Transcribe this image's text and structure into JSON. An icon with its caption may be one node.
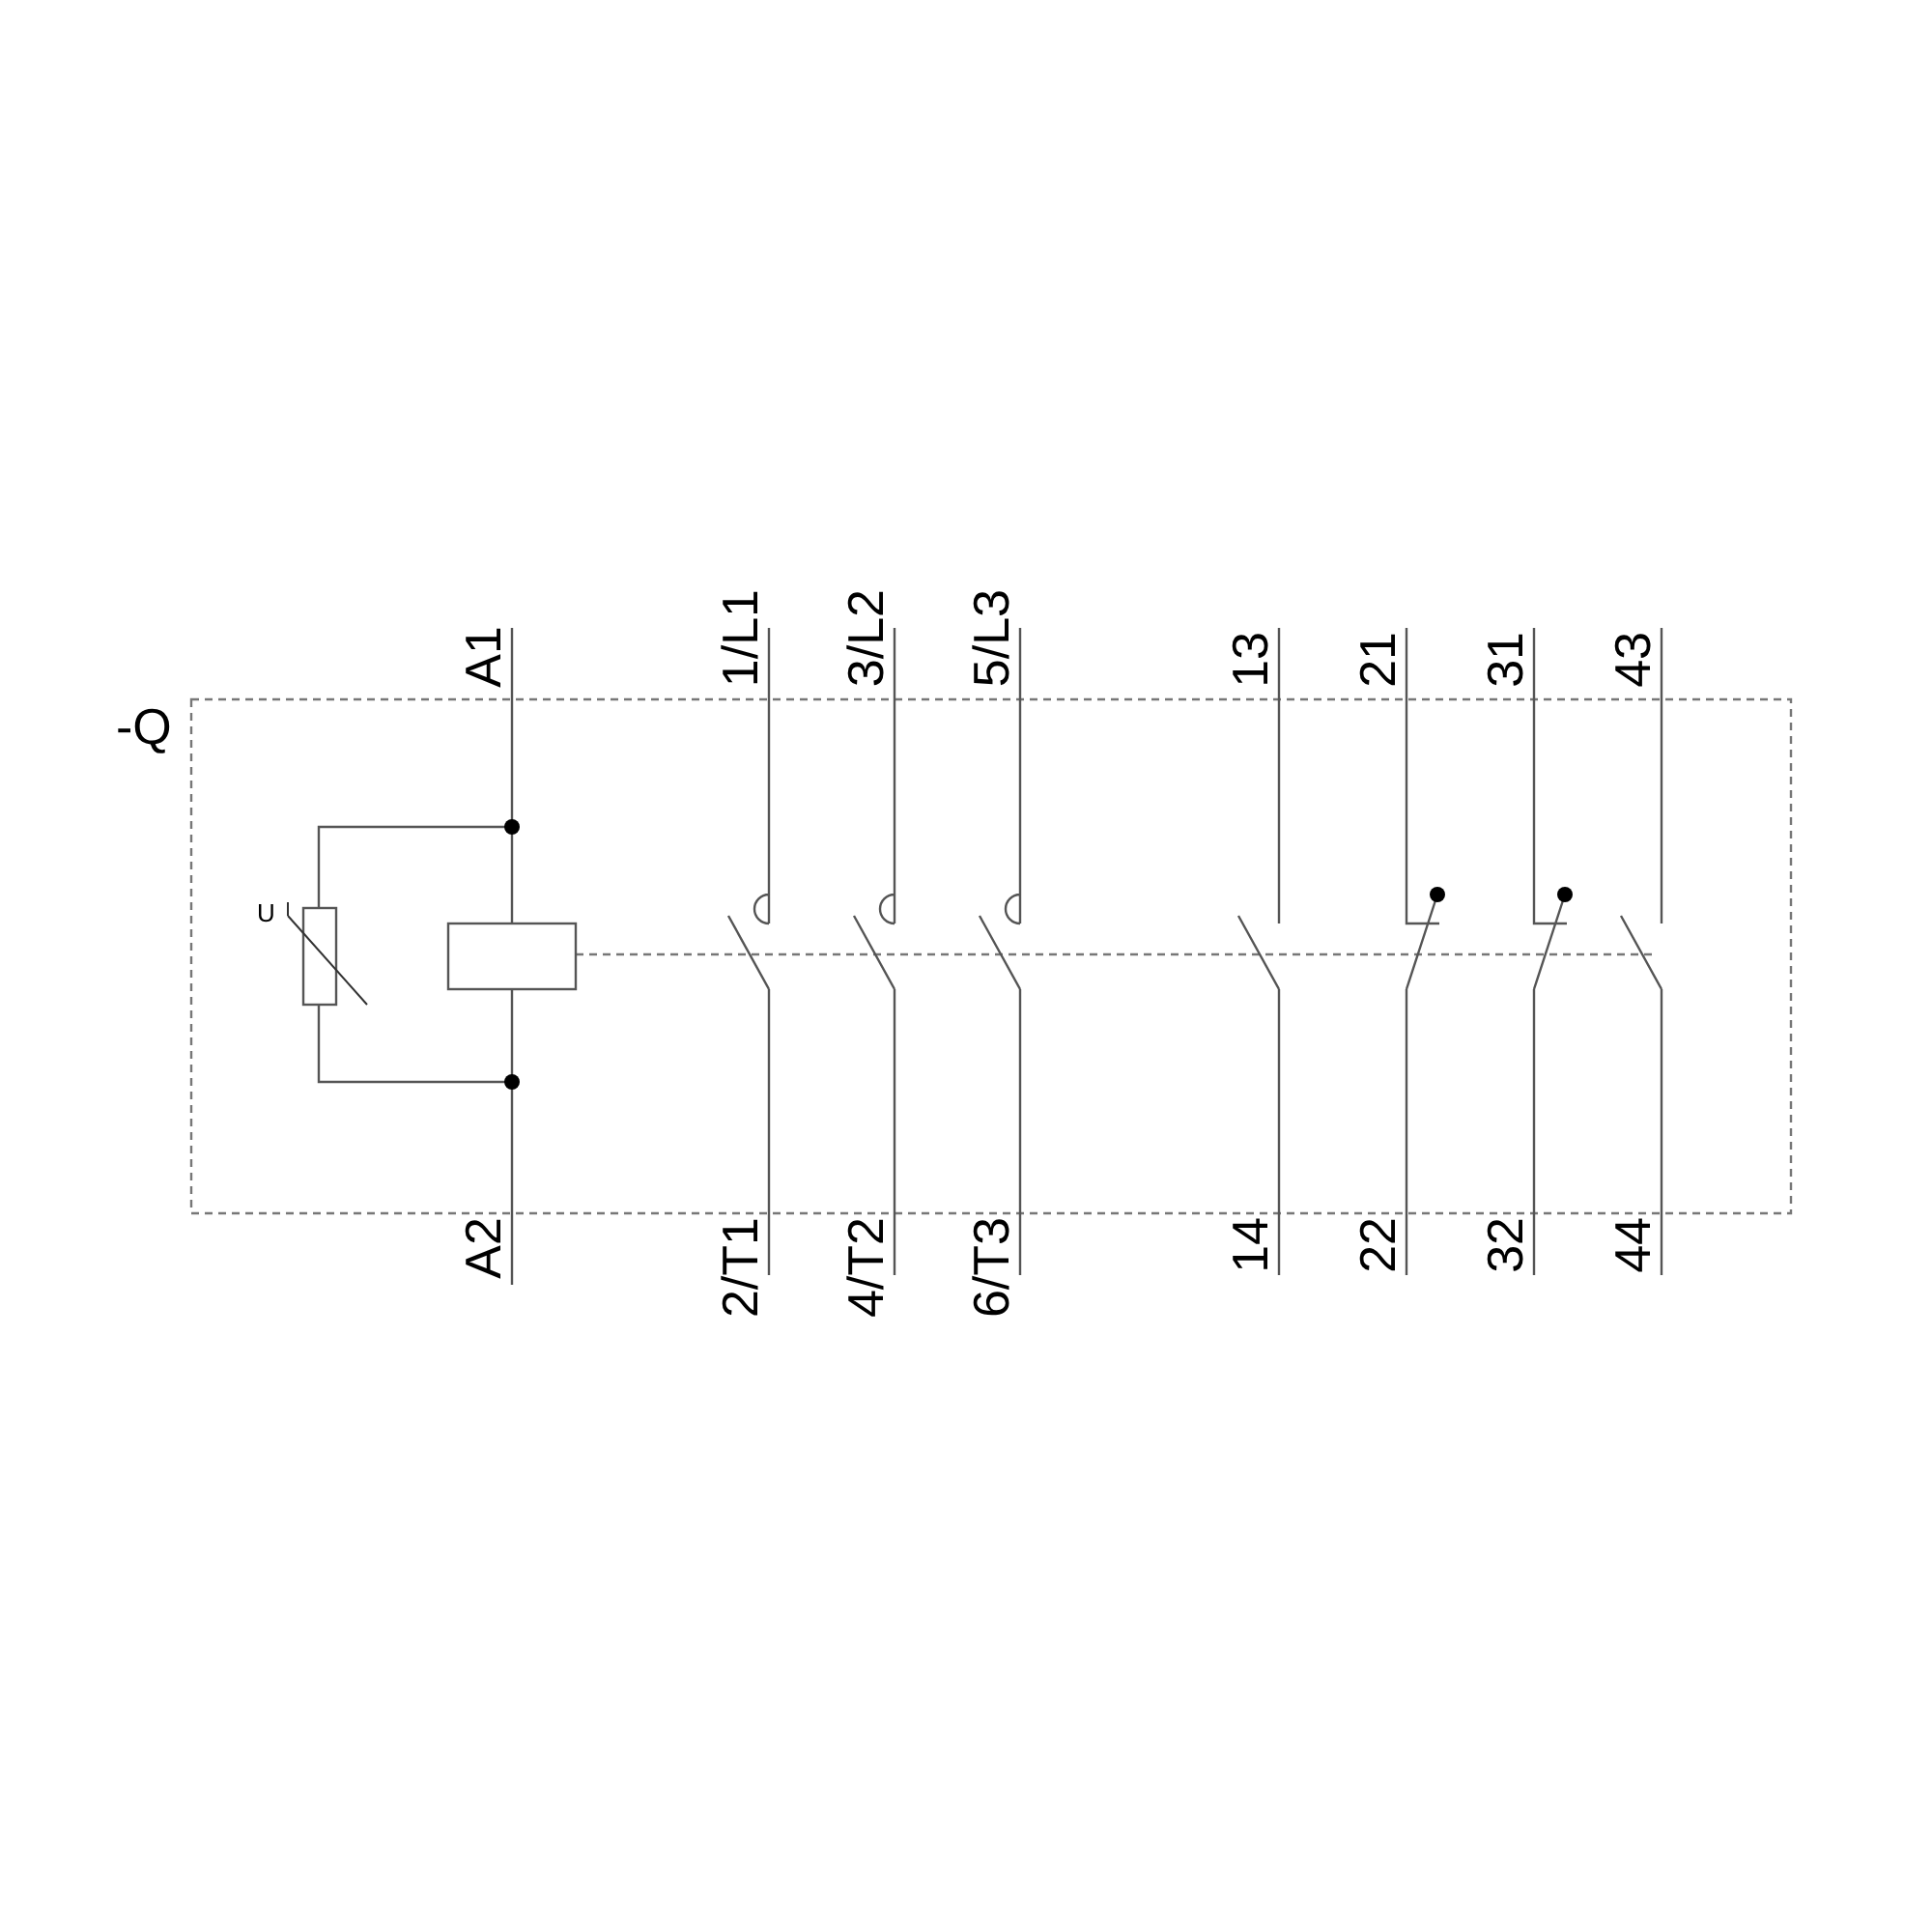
{
  "diagram": {
    "labels": [
      "A1",
      "1/L1",
      "3/L2",
      "5/L3",
      "13",
      "21",
      "31",
      "43",
      "-Q",
      "U",
      "A2",
      "2/T1",
      "4/T2",
      "6/T3",
      "14",
      "22",
      "32",
      "44"
    ]
  }
}
